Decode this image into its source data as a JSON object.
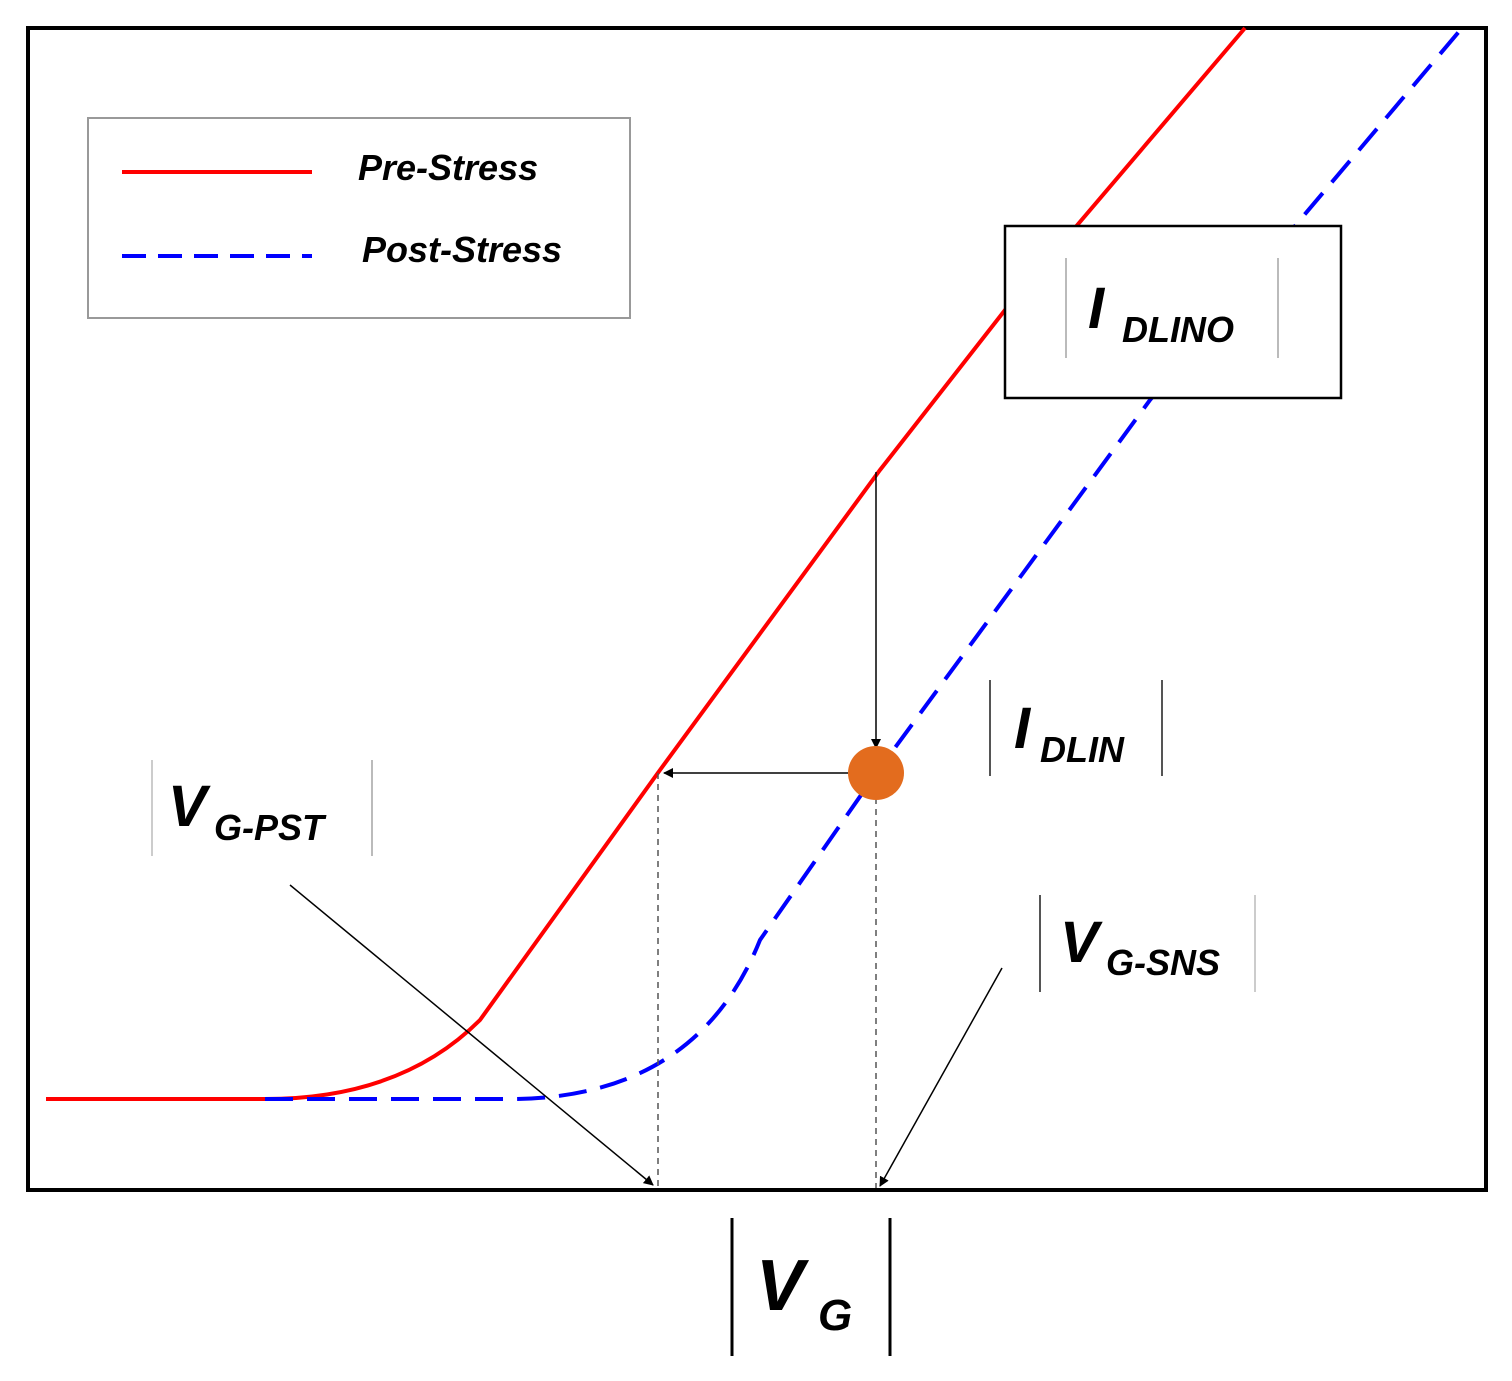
{
  "legend": {
    "pre": "Pre-Stress",
    "post": "Post-Stress"
  },
  "labels": {
    "idlino": {
      "main": "I",
      "sub": "DLINO"
    },
    "idlin": {
      "main": "I",
      "sub": "DLIN"
    },
    "vgpst": {
      "main": "V",
      "sub": "G-PST"
    },
    "vgsns": {
      "main": "V",
      "sub": "G-SNS"
    },
    "vg": {
      "main": "V",
      "sub": "G"
    }
  },
  "colors": {
    "pre": "#ff0000",
    "post": "#0000ff",
    "point": "#e36c1e",
    "frame": "#000000"
  }
}
